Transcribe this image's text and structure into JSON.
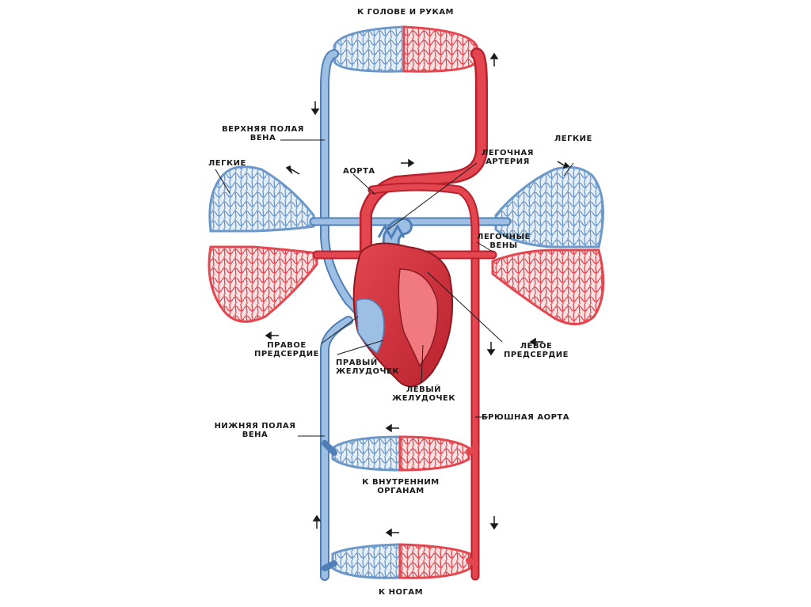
{
  "colors": {
    "arterial": "#e3464f",
    "arterial_dark": "#b8222e",
    "venous": "#8fb3da",
    "venous_dark": "#4f7fb6",
    "capillary_bg_red": "#fbe3e4",
    "capillary_bg_blue": "#e6eff8"
  },
  "labels": {
    "head_arms": "К ГОЛОВЕ И РУКАМ",
    "svc_line1": "ВЕРХНЯЯ ПОЛАЯ",
    "svc_line2": "ВЕНА",
    "lungs_left": "ЛЕГКИЕ",
    "lungs_right": "ЛЕГКИЕ",
    "aorta": "АОРТА",
    "pulm_artery_line1": "ЛЕГОЧНАЯ",
    "pulm_artery_line2": "АРТЕРИЯ",
    "pulm_veins_line1": "ЛЕГОЧНЫЕ",
    "pulm_veins_line2": "ВЕНЫ",
    "right_atrium_line1": "ПРАВОЕ",
    "right_atrium_line2": "ПРЕДСЕРДИЕ",
    "right_ventricle_line1": "ПРАВЫЙ",
    "right_ventricle_line2": "ЖЕЛУДОЧЕК",
    "left_atrium_line1": "ЛЕВОЕ",
    "left_atrium_line2": "ПРЕДСЕРДИЕ",
    "left_ventricle_line1": "ЛЕВЫЙ",
    "left_ventricle_line2": "ЖЕЛУДОЧЕК",
    "ivc_line1": "НИЖНЯЯ ПОЛАЯ",
    "ivc_line2": "ВЕНА",
    "abdominal_aorta": "БРЮШНАЯ АОРТА",
    "internal_organs_line1": "К ВНУТРЕННИМ",
    "internal_organs_line2": "ОРГАНАМ",
    "legs": "К НОГАМ"
  }
}
